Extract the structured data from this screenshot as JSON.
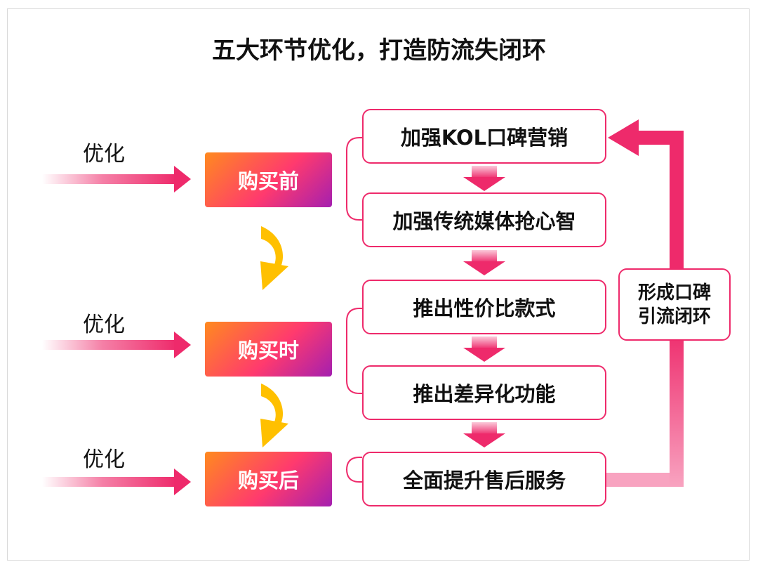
{
  "title": "五大环节优化，打造防流失闭环",
  "optimize_labels": [
    "优化",
    "优化",
    "优化"
  ],
  "stages": [
    "购买前",
    "购买时",
    "购买后"
  ],
  "steps": [
    "加强KOL口碑营销",
    "加强传统媒体抢心智",
    "推出性价比款式",
    "推出差异化功能",
    "全面提升售后服务"
  ],
  "loop_label": [
    "形成口碑",
    "引流闭环"
  ],
  "colors": {
    "accent": "#ee2a6b",
    "stage_gradient": [
      "#ff8a1f",
      "#ff3a6e",
      "#a41fb0"
    ],
    "yellow_arrow": "#ffc000"
  }
}
